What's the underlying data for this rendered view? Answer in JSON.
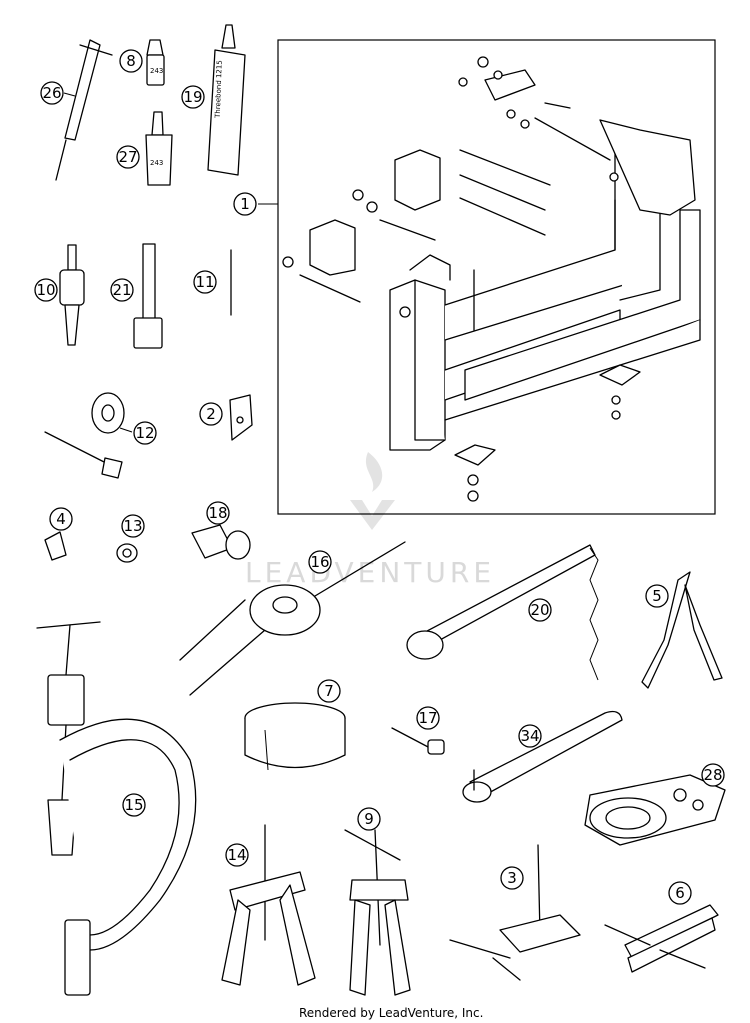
{
  "diagram": {
    "callouts": [
      "1",
      "2",
      "3",
      "4",
      "5",
      "6",
      "7",
      "8",
      "9",
      "10",
      "11",
      "12",
      "13",
      "14",
      "15",
      "16",
      "17",
      "18",
      "19",
      "20",
      "21",
      "26",
      "27",
      "28",
      "34"
    ],
    "products": {
      "tube_19": "Threebond 1215",
      "bottle_27": "243",
      "bottle_8": "243"
    },
    "watermark": "LEADVENTURE",
    "footer": "Rendered by LeadVenture, Inc."
  }
}
